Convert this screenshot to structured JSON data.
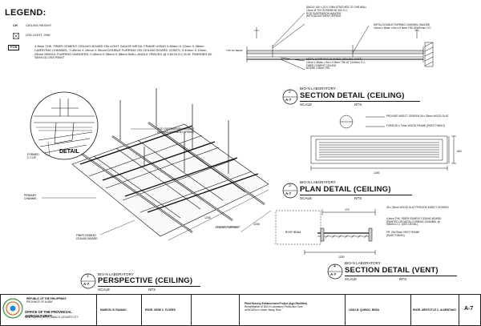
{
  "legend": {
    "title": "LEGEND:",
    "items": [
      {
        "symbol": "CH",
        "text": "CEILING HEIGHT"
      },
      {
        "symbol": "",
        "text": "LED LIGHT, 20W"
      },
      {
        "symbol": "FCB",
        "text": "4.5mm THK. FIBER CEMENT CEILING BOARD ON LIGHT GAUGE METAL FRAME USING 0.80mm X 12mm X 38mm CARRYING CHANNEL, 0.40mm X 19mm X 50mm DOUBLE FURRING ON CEILING BOARD JOINTS, 0.40mm X 19mm 25mm SINGLE FURRING HANGERS, 0.40mm X 38mm X 38mm WALL ANGLE SPACED @ 0.60 M.O.C.B.W. FINISHED W/ SEMI-GLOSS PAINT"
      }
    ]
  },
  "section_ceiling": {
    "notes_top": [
      "ANGLE L50 x 20 X 2 MM ATTACHED TO CHB WALL",
      "12mm Ø TEX SCREWS AT 400 O.C.",
      "ROD SUSPENSION HANGER",
      "WITH ADJUSTMENT SPRING"
    ],
    "notes_right": [
      "METAL DOUBLE FURRING CHANNEL (NAILER)",
      "12mm x 38mm x 5m x 0.8mm THK AT 400mm O.C."
    ],
    "notes_bottom": [
      "METAL CARRYING CHANNEL (CEILING JOIST)",
      "12mm x 38mm x 5m x 0.8mm THK AT 1200mm O.C.",
      "FIBER CEMENT CEILING",
      "BOARD 4.5mm THK."
    ],
    "top_label": "TOP OF BEAM",
    "project": "BIO-N LABORATORY",
    "title": "SECTION DETAIL (CEILING)",
    "number": "2",
    "sheet": "A-7",
    "scale_label": "SCALE",
    "scale_value": "NTS"
  },
  "plan_ceiling": {
    "notes": [
      "PROVIDE INSECT SCREEN 25 x 25mm WOOD SLAT",
      "FORM 25 x 75mm WOOD FRAME (PAINT FINISH)"
    ],
    "dims": [
      "600",
      "1200"
    ],
    "project": "BIO-N LABORATORY",
    "title": "PLAN DETAIL (CEILING)",
    "number": "3",
    "sheet": "A-7",
    "scale_label": "SCALE",
    "scale_value": "NTS"
  },
  "section_vent": {
    "notes": [
      "25 x 25mm WOOD SLAT PROVIDE INSECT SCREEN",
      "4.5mm THK. FIBER CEMENT CEILING BOARD",
      "(PAINTED ON METAL FURRING CHANNEL @",
      "400mm O.C. (SEE DETAIL)",
      "FR. 25x75mm VENT FRAME",
      "(PAINT FINISH)"
    ],
    "beam_label": "ROOF BEAM",
    "dims": [
      "170",
      "1200"
    ],
    "project": "BIO-N LABORATORY",
    "title": "SECTION DETAIL (VENT)",
    "number": "4",
    "sheet": "A-7",
    "scale_label": "SCALE",
    "scale_value": "NTS"
  },
  "perspective": {
    "notes": [
      "ROD SUSPENSION HANGER",
      "WITH ADJUSTMENT SPRING",
      "FORMED",
      "C CLIP",
      "DETAIL",
      "PRIMARY",
      "CHANNEL",
      "FIBER CEMENT",
      "CEILING BOARD",
      "CEILING FURRING",
      "1200",
      "1200"
    ],
    "project": "BIO-N LABORATORY",
    "title": "PERSPECTIVE (CEILING)",
    "number": "1",
    "sheet": "A-7",
    "scale_label": "SCALE",
    "scale_value": "NTS"
  },
  "title_block": {
    "owner_lines": [
      "REPUBLIC OF THE PHILIPPINES",
      "PROVINCE OF ALBAY",
      "OFFICE OF THE PROVINCIAL AGRICULTURIST"
    ],
    "office": "OFFICE OF THE PROVINCIAL AGRICULTURIST",
    "location": "NEW CAPITOL SITE,    TABACO LEGAZPI CITY",
    "prepared_by": "MARICEL B. RAVANO",
    "checked_by": "ENGR. GENE C. FLORES",
    "project": "Plant Nursery Enhancement Project (Agri-Facilities)",
    "project_sub": "Rehabilitation of BIO-N Laboratory Production Care",
    "project_loc": "at BIOATech Center, Albay, Bicol",
    "approved": "LEAH M. QUINGO, MNSA",
    "noted": "ENGR. ARISTOTLE C. ALMENTANO",
    "sheet": "A-7"
  }
}
